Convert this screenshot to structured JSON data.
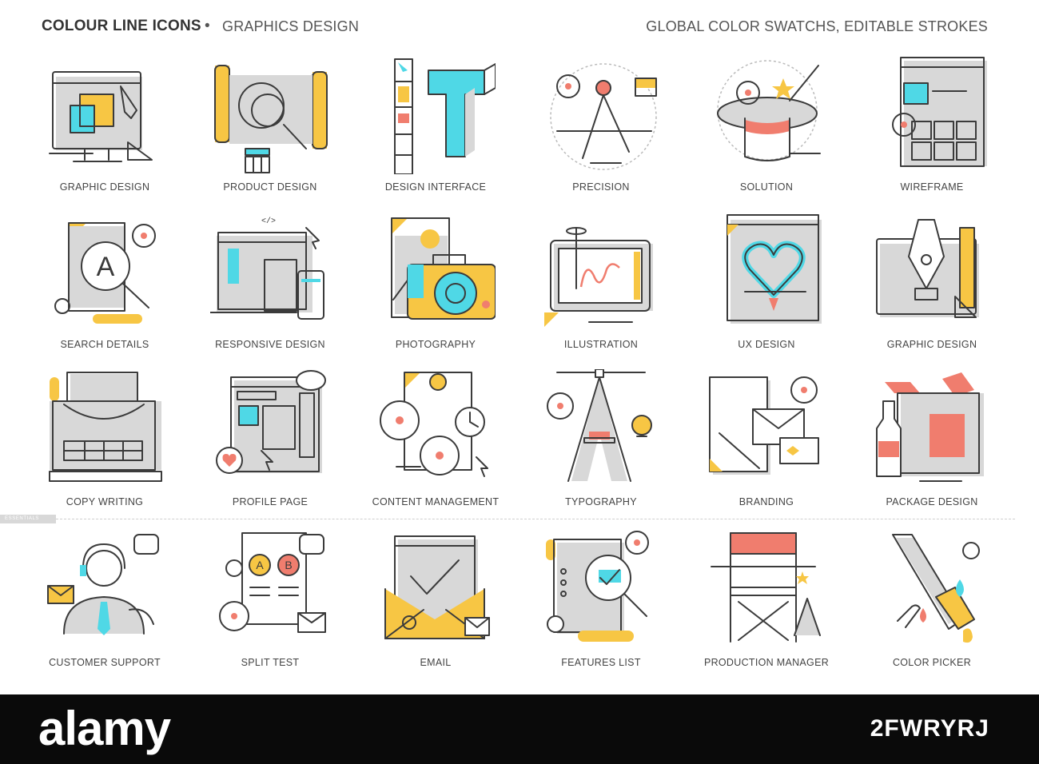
{
  "header": {
    "brand": "COLOUR LINE ICONS",
    "bullet": "•",
    "subtitle": "GRAPHICS DESIGN",
    "tagline": "GLOBAL COLOR SWATCHS, EDITABLE STROKES"
  },
  "colors": {
    "yellow": "#f7c644",
    "cyan": "#4fd8e6",
    "coral": "#f07d6e",
    "gray": "#d8d8d8",
    "stroke": "#3b3b3b"
  },
  "icons": [
    {
      "label": "GRAPHIC DESIGN",
      "icon": "monitor-layers-icon"
    },
    {
      "label": "PRODUCT DESIGN",
      "icon": "blueprint-gear-icon"
    },
    {
      "label": "DESIGN INTERFACE",
      "icon": "toolbar-letter-t-icon"
    },
    {
      "label": "PRECISION",
      "icon": "compass-icon"
    },
    {
      "label": "SOLUTION",
      "icon": "magic-hat-icon"
    },
    {
      "label": "WIREFRAME",
      "icon": "wireframe-window-icon"
    },
    {
      "label": "SEARCH DETAILS",
      "icon": "magnifier-letter-icon"
    },
    {
      "label": "RESPONSIVE DESIGN",
      "icon": "devices-icon"
    },
    {
      "label": "PHOTOGRAPHY",
      "icon": "camera-icon"
    },
    {
      "label": "ILLUSTRATION",
      "icon": "tablet-pen-icon"
    },
    {
      "label": "UX DESIGN",
      "icon": "heart-vector-icon"
    },
    {
      "label": "GRAPHIC DESIGN",
      "icon": "pen-nib-ruler-icon"
    },
    {
      "label": "COPY WRITING",
      "icon": "typewriter-icon"
    },
    {
      "label": "PROFILE PAGE",
      "icon": "profile-window-icon"
    },
    {
      "label": "CONTENT MANAGEMENT",
      "icon": "gears-clock-icon"
    },
    {
      "label": "TYPOGRAPHY",
      "icon": "letter-a-bezier-icon"
    },
    {
      "label": "BRANDING",
      "icon": "envelope-card-icon"
    },
    {
      "label": "PACKAGE DESIGN",
      "icon": "box-bottle-icon"
    },
    {
      "label": "CUSTOMER SUPPORT",
      "icon": "headset-agent-icon"
    },
    {
      "label": "SPLIT TEST",
      "icon": "ab-test-icon"
    },
    {
      "label": "EMAIL",
      "icon": "envelope-check-icon"
    },
    {
      "label": "FEATURES LIST",
      "icon": "checklist-magnifier-icon"
    },
    {
      "label": "PRODUCTION MANAGER",
      "icon": "director-chair-icon"
    },
    {
      "label": "COLOR PICKER",
      "icon": "pipette-icon"
    }
  ],
  "divider_label": "ESSENTIALS",
  "footer": {
    "brand": "alamy",
    "stock_id": "2FWRYRJ"
  }
}
